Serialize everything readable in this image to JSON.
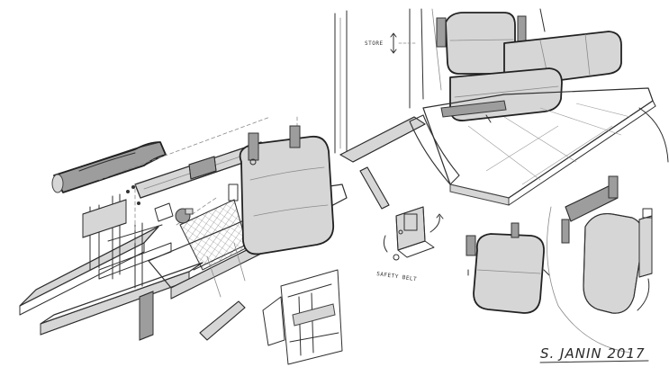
{
  "annotations": {
    "store_label": "STORE",
    "safety_belt_label": "SAFETY BELT"
  },
  "signature": "S. JANIN 2017"
}
